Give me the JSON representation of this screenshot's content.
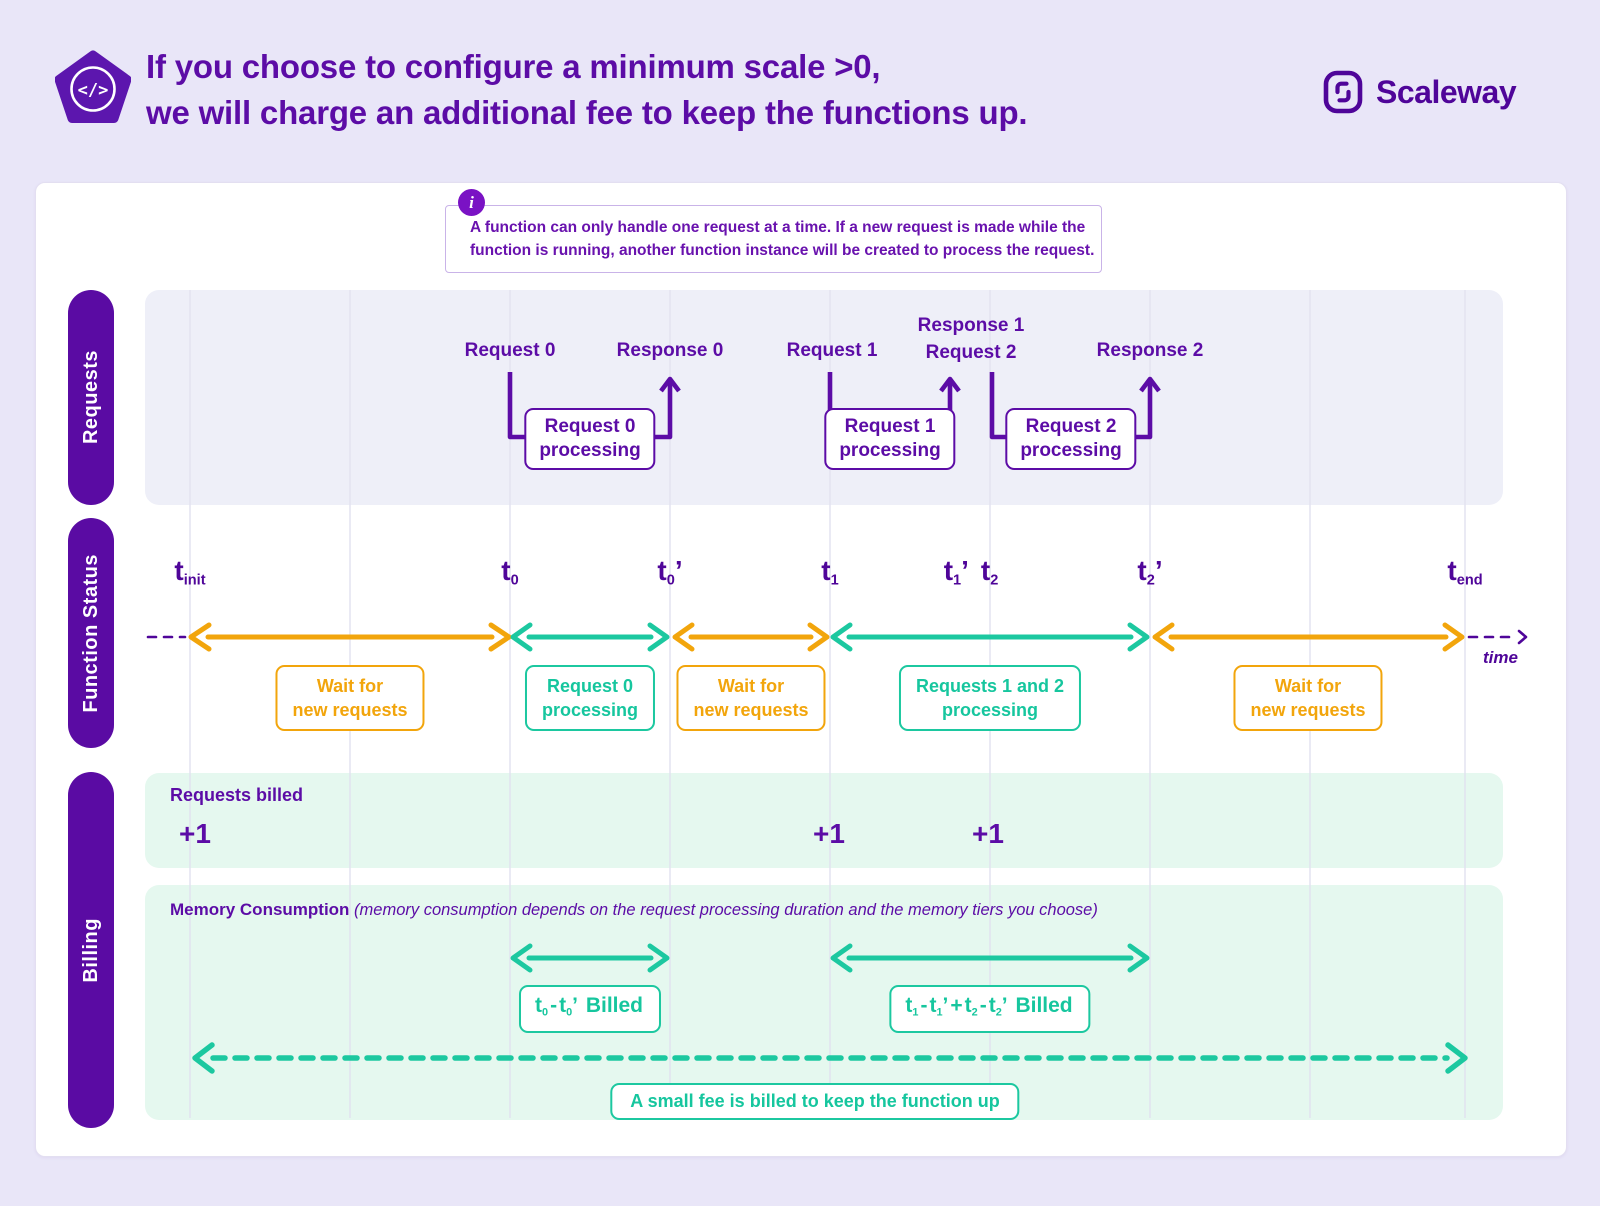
{
  "colors": {
    "purple": "#5C0CA6",
    "logo_purple": "#4F0599",
    "teal": "#1CC8A0",
    "yellow": "#F2A50C",
    "mint_bg": "#E5F8EF",
    "requests_lane_bg": "#EEEFF8",
    "page_bg": "#E9E6F8"
  },
  "header": {
    "title_line1": "If you choose to configure a minimum scale >0,",
    "title_line2": "we will charge an additional fee to keep the functions up.",
    "brand": "Scaleway",
    "code_glyph": "</>",
    "info_glyph": "i"
  },
  "info_note": {
    "line1": "A function can only handle one request at a time. If a new request is made while the",
    "line2": "function is running, another function instance will be created to process the request."
  },
  "lanes": {
    "requests": "Requests",
    "function_status": "Function Status",
    "billing": "Billing"
  },
  "requests_lane": {
    "labels": {
      "request0": "Request 0",
      "response0": "Response 0",
      "request1": "Request 1",
      "response1": "Response 1",
      "request2": "Request 2",
      "response2": "Response 2"
    },
    "processing": [
      {
        "line1": "Request 0",
        "line2": "processing"
      },
      {
        "line1": "Request 1",
        "line2": "processing"
      },
      {
        "line1": "Request 2",
        "line2": "processing"
      }
    ]
  },
  "timeline": {
    "ticks": {
      "t_init": [
        {
          "t": "t",
          "sub": "init"
        }
      ],
      "t0": [
        {
          "t": "t",
          "sub": "0"
        }
      ],
      "t0p": [
        {
          "t": "t",
          "sub": "0",
          "prime": "’"
        }
      ],
      "t1": [
        {
          "t": "t",
          "sub": "1"
        }
      ],
      "t1p": [
        {
          "t": "t",
          "sub": "1",
          "prime": "’"
        }
      ],
      "t2": [
        {
          "t": "t",
          "sub": "2"
        }
      ],
      "t2p": [
        {
          "t": "t",
          "sub": "2",
          "prime": "’"
        }
      ],
      "t_end": [
        {
          "t": "t",
          "sub": "end"
        }
      ]
    },
    "time_label": "time",
    "status_boxes": [
      {
        "line1": "Wait for",
        "line2": "new requests",
        "color": "yellow"
      },
      {
        "line1": "Request 0",
        "line2": "processing",
        "color": "teal"
      },
      {
        "line1": "Wait for",
        "line2": "new requests",
        "color": "yellow"
      },
      {
        "line1": "Requests 1 and 2",
        "line2": "processing",
        "color": "teal"
      },
      {
        "line1": "Wait for",
        "line2": "new requests",
        "color": "yellow"
      }
    ]
  },
  "billing": {
    "requests_billed_label": "Requests billed",
    "increments": [
      "+1",
      "+1",
      "+1"
    ],
    "memory_title": "Memory Consumption",
    "memory_note": " (memory consumption depends on the request processing duration and the memory tiers you choose)",
    "billed_first": [
      {
        "t": "t",
        "sub": "0"
      },
      {
        "text": "-"
      },
      {
        "t": "t",
        "sub": "0",
        "prime": "’"
      },
      {
        "text": " Billed"
      }
    ],
    "billed_second": [
      {
        "t": "t",
        "sub": "1"
      },
      {
        "text": "-"
      },
      {
        "t": "t",
        "sub": "1",
        "prime": "’"
      },
      {
        "text": "+"
      },
      {
        "t": "t",
        "sub": "2"
      },
      {
        "text": "-"
      },
      {
        "t": "t",
        "sub": "2",
        "prime": "’"
      },
      {
        "text": " Billed"
      }
    ],
    "keep_up_note": "A small fee is billed to keep the function up"
  }
}
